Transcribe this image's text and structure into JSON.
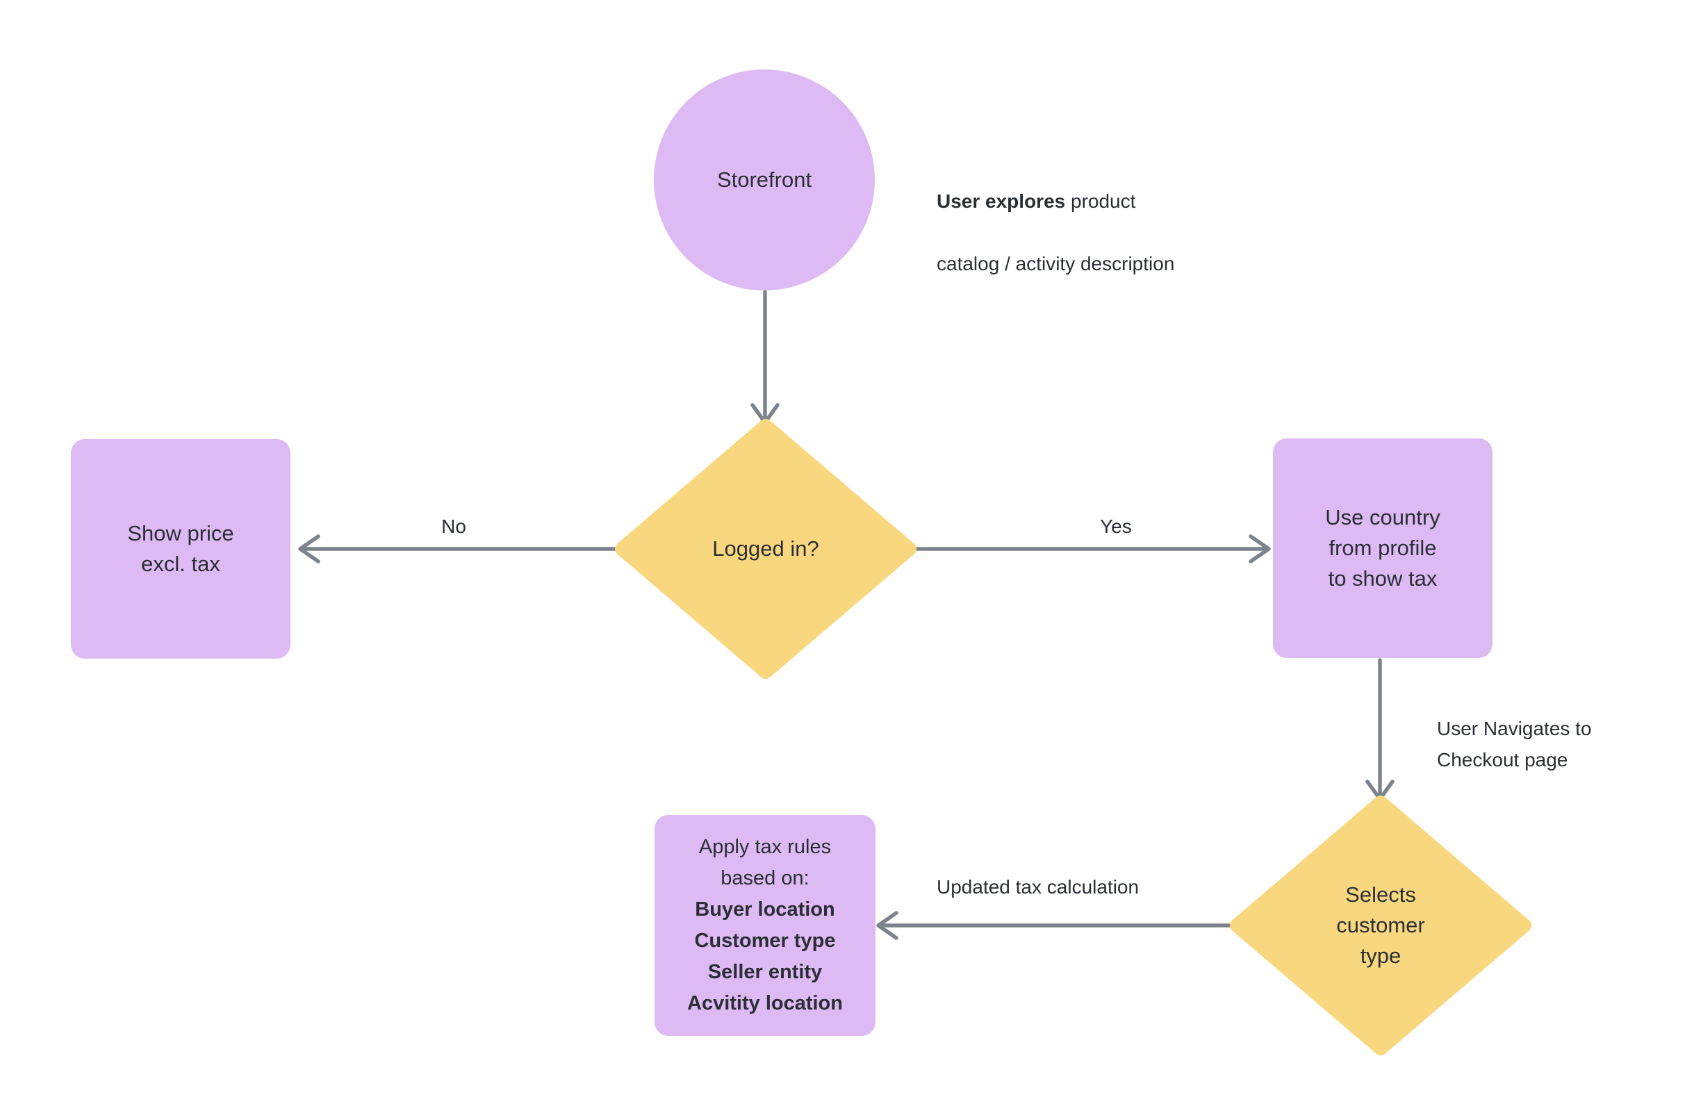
{
  "flowchart": {
    "colors": {
      "node_purple": "#DDBAF4",
      "node_yellow": "#F8D77E",
      "connector_gray": "#7C838C",
      "text_dark": "#2B2E35",
      "background": "#FFFFFF"
    },
    "nodes": {
      "storefront": {
        "shape": "circle",
        "label": "Storefront"
      },
      "logged_in": {
        "shape": "diamond",
        "label": "Logged in?"
      },
      "show_price": {
        "shape": "rounded-rect",
        "label": "Show price\nexcl. tax"
      },
      "use_country": {
        "shape": "rounded-rect",
        "label": "Use country\nfrom profile\nto show tax"
      },
      "selects_customer_type": {
        "shape": "diamond",
        "label": "Selects\ncustomer\ntype"
      },
      "apply_tax_rules": {
        "shape": "rounded-rect",
        "lines": [
          {
            "text": "Apply tax rules",
            "bold": false
          },
          {
            "text": "based on:",
            "bold": false
          },
          {
            "text": "Buyer location",
            "bold": true
          },
          {
            "text": "Customer type",
            "bold": true
          },
          {
            "text": "Seller entity",
            "bold": true
          },
          {
            "text": "Acvitity location",
            "bold": true
          }
        ]
      }
    },
    "edge_labels": {
      "no": "No",
      "yes": "Yes",
      "updated_tax": "Updated tax calculation"
    },
    "annotations": {
      "explore": {
        "bold_part": "User explores",
        "regular_part": " product",
        "second_line": "catalog / activity description"
      },
      "navigate_checkout": "User Navigates to\nCheckout page"
    }
  }
}
